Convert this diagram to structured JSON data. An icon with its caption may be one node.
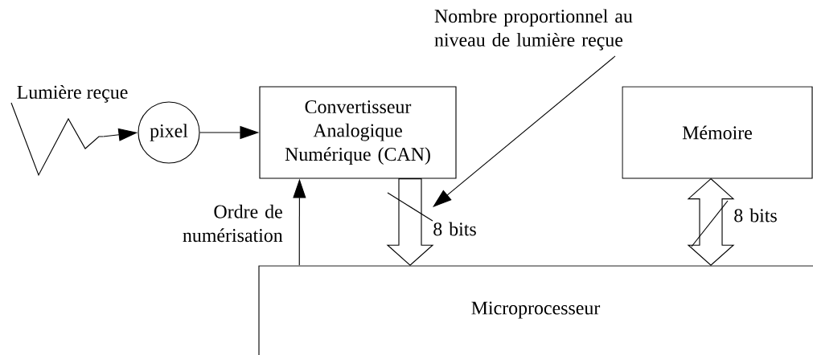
{
  "diagram": {
    "nodes": [
      {
        "text": [],
        "shape": "picture",
        "beside": [
          "Lumière reçue"
        ]
      },
      {
        "text": [
          "pixel"
        ]
      },
      {
        "text": [
          "Convertisseur Analogique Numérique (CAN)"
        ]
      },
      {
        "text": [
          "Mémoire"
        ]
      },
      {
        "text": [
          "Microprocesseur"
        ]
      },
      {
        "text": [
          "Nombre proportionnel au niveau de lumière reçue"
        ]
      }
    ],
    "edges": [
      {
        "from": 0,
        "to": 1,
        "arrow": "to"
      },
      {
        "from": 1,
        "to": 2,
        "arrow": "to"
      },
      {
        "from": 4,
        "to": 2,
        "arrow": "to",
        "label": "Ordre de numérisation"
      },
      {
        "from": 2,
        "to": 4,
        "arrow": "to",
        "style": "thick",
        "label": "8 bits"
      },
      {
        "from": 3,
        "to": 4,
        "arrow": "both",
        "style": "thick",
        "label": "8 bits"
      },
      {
        "from": 5,
        "to": null,
        "arrow": "to"
      }
    ]
  }
}
